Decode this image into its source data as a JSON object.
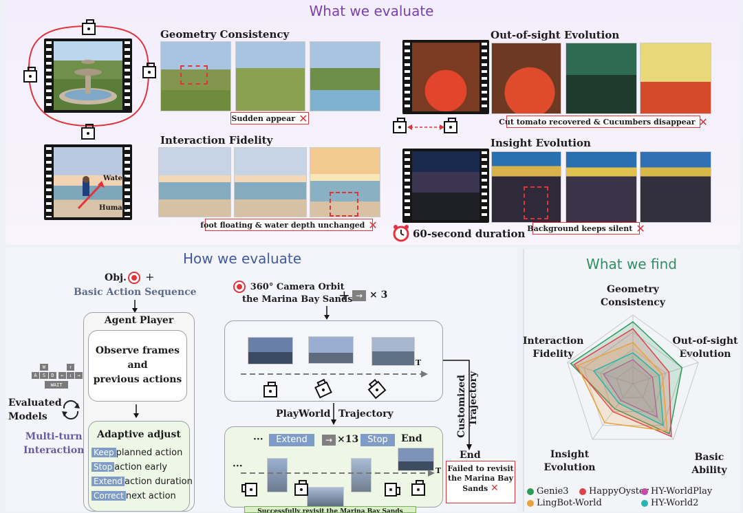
{
  "top": {
    "title": "What we evaluate",
    "geometry_title": "Geometry Consistency",
    "geometry_fail": "Sudden appear",
    "interaction_title": "Interaction Fidelity",
    "interaction_fail": "foot floating & water depth unchanged",
    "oos_title": "Out-of-sight Evolution",
    "oos_fail": "Cut tomato recovered & Cucumbers disappear",
    "insight_title": "Insight Evolution",
    "insight_fail": "Background keeps silent",
    "duration": "60-second duration",
    "beach_water": "Water",
    "beach_human": "Human",
    "fail_mark": "✕"
  },
  "how": {
    "title": "How we evaluate",
    "obj_label": "Obj.",
    "plus": "+",
    "basic_action": "Basic Action Sequence",
    "agent_player": "Agent Player",
    "observe": [
      "Observe frames",
      "and",
      "previous actions"
    ],
    "adaptive": "Adaptive adjust",
    "actions": [
      {
        "tag": "Keep",
        "text": "planned action"
      },
      {
        "tag": "Stop",
        "text": "action early"
      },
      {
        "tag": "Extend",
        "text": "action duration"
      },
      {
        "tag": "Correct",
        "text": "next action"
      }
    ],
    "keys": [
      "W",
      "A",
      "S",
      "D",
      "↑",
      "←",
      "↓",
      "→",
      "WAIT"
    ],
    "evaluated_models": [
      "Evaluated",
      "Models"
    ],
    "multi_turn": [
      "Multi-turn",
      "Interaction"
    ],
    "task": [
      "360° Camera Orbit",
      "the Marina Bay Sands"
    ],
    "arrow_glyph": "→",
    "times3": "× 3",
    "t_label": "T",
    "playworld": "PlayWorld",
    "trajectory": "Trajectory",
    "customized": "Customized",
    "customized_traj": "Trajectory",
    "ellipsis": "···",
    "extend_tag": "Extend",
    "times13": "×13",
    "stop_tag": "Stop",
    "end1": "End",
    "end2": "End",
    "revisit_fail": [
      "Failed to revisit",
      "the Marina Bay",
      "Sands"
    ],
    "success": "Successfully revisit the Marina Bay Sands"
  },
  "find": {
    "title": "What we find",
    "axes": [
      "Geometry\nConsistency",
      "Out-of-sight\nEvolution",
      "Basic\nAbility",
      "Insight\nEvolution",
      "Interaction\nFidelity"
    ],
    "legend": [
      {
        "name": "Genie3",
        "color": "#2e9a5a"
      },
      {
        "name": "HappyOyster",
        "color": "#d9434b"
      },
      {
        "name": "HY-WorldPlay",
        "color": "#c64aa8"
      },
      {
        "name": "LingBot-World",
        "color": "#e8a33a"
      },
      {
        "name": "HY-World2",
        "color": "#27b3b0"
      }
    ]
  },
  "chart_data": {
    "type": "radar",
    "axes": [
      "Geometry Consistency",
      "Out-of-sight Evolution",
      "Basic Ability",
      "Insight Evolution",
      "Interaction Fidelity"
    ],
    "series": [
      {
        "name": "Genie3",
        "values": [
          0.9,
          0.75,
          0.9,
          0.45,
          0.95
        ],
        "color": "#2e9a5a"
      },
      {
        "name": "HappyOyster",
        "values": [
          0.8,
          0.55,
          0.95,
          0.5,
          0.9
        ],
        "color": "#d9434b"
      },
      {
        "name": "HY-WorldPlay",
        "values": [
          0.35,
          0.3,
          0.6,
          0.3,
          0.45
        ],
        "color": "#c64aa8"
      },
      {
        "name": "LingBot-World",
        "values": [
          0.6,
          0.45,
          0.85,
          0.7,
          0.85
        ],
        "color": "#e8a33a"
      },
      {
        "name": "HY-World2",
        "values": [
          0.45,
          0.4,
          0.75,
          0.35,
          0.6
        ],
        "color": "#27b3b0"
      }
    ]
  }
}
